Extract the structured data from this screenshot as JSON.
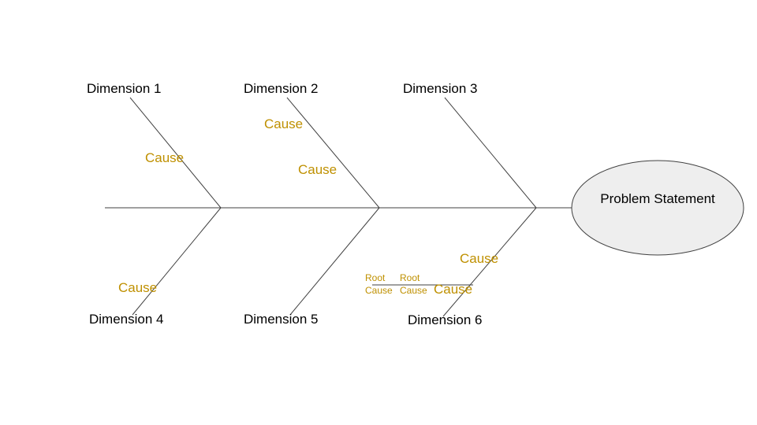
{
  "diagram": {
    "problem": "Problem Statement",
    "dimensions": [
      "Dimension 1",
      "Dimension 2",
      "Dimension 3",
      "Dimension 4",
      "Dimension 5",
      "Dimension 6"
    ],
    "causes": {
      "dim1": "Cause",
      "dim2_a": "Cause",
      "dim2_b": "Cause",
      "dim4": "Cause",
      "dim6_a": "Cause",
      "dim6_b": "Cause"
    },
    "root_causes": [
      "Root Cause",
      "Root Cause"
    ],
    "colors": {
      "line": "#404040",
      "cause_text": "#bf9000",
      "head_fill": "#eeeeee",
      "head_stroke": "#404040",
      "text": "#000000"
    }
  }
}
